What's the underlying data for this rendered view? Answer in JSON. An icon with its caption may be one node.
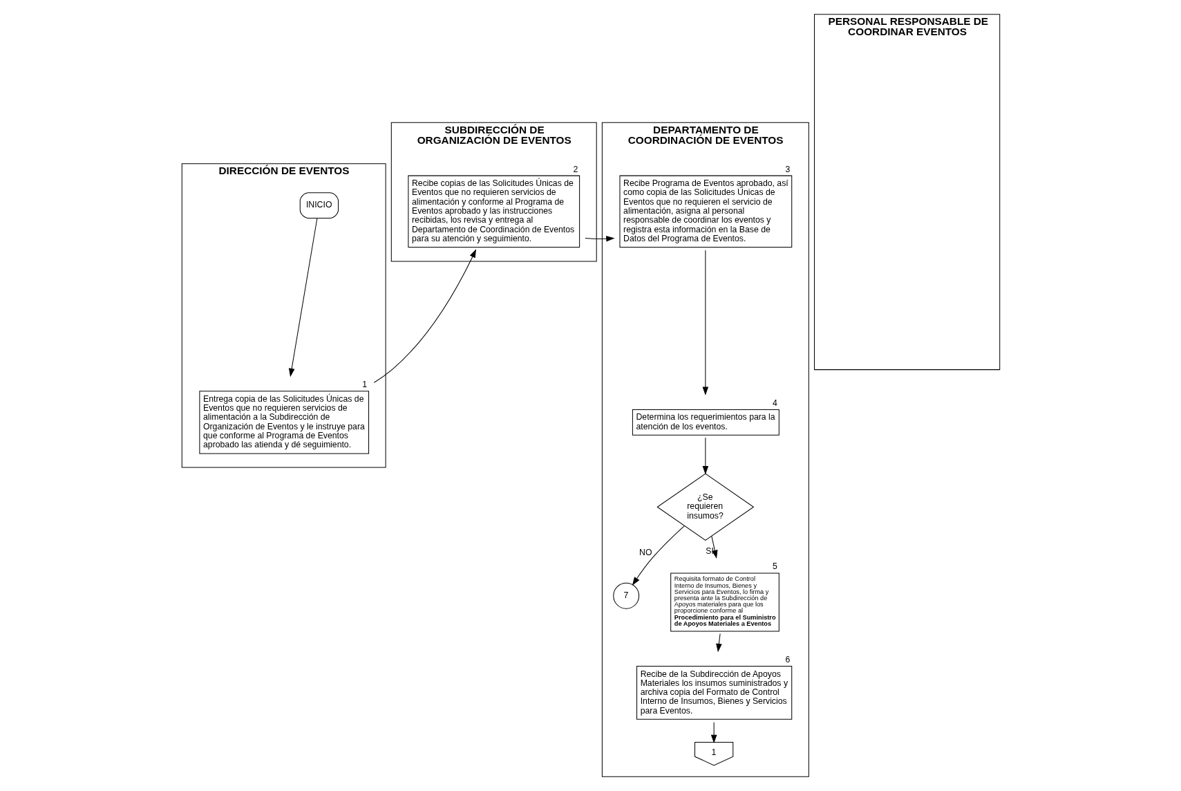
{
  "diagram": {
    "nodes": [
      {
        "text": [
          "DIRECCIÓN DE EVENTOS"
        ]
      },
      {
        "text": [
          "SUBDIRECCIÓN DE ORGANIZACIÓN DE EVENTOS"
        ]
      },
      {
        "text": [
          "DEPARTAMENTO DE COORDINACIÓN DE EVENTOS"
        ]
      },
      {
        "text": [
          "PERSONAL RESPONSABLE DE COORDINAR EVENTOS"
        ]
      },
      {
        "text": [
          "INICIO"
        ],
        "in": 0
      },
      {
        "text": [
          "Entrega copia de las Solicitudes Únicas de Eventos que no requieren servicios de alimentación a la Subdirección de Organización de Eventos y le instruye para que conforme al Programa de Eventos aprobado las atienda y dé seguimiento."
        ],
        "beside": [
          "1"
        ],
        "in": 0
      },
      {
        "text": [
          "Recibe copias de las Solicitudes Únicas de Eventos que no requieren servicios de alimentación y conforme al Programa de Eventos aprobado y las instrucciones recibidas, los revisa y entrega al Departamento de Coordinación de Eventos para su atención y seguimiento."
        ],
        "beside": [
          "2"
        ],
        "in": 1
      },
      {
        "text": [
          "Recibe Programa de Eventos aprobado, así como copia de las Solicitudes Únicas de Eventos que no requieren el servicio de alimentación, asigna al personal responsable de coordinar los eventos y registra esta información en la Base de Datos del Programa de Eventos."
        ],
        "beside": [
          "3"
        ],
        "in": 2
      },
      {
        "text": [
          "Determina los requerimientos para la atención de los eventos."
        ],
        "beside": [
          "4"
        ],
        "in": 2
      },
      {
        "text": [
          "¿Se requieren insumos?"
        ],
        "in": 2
      },
      {
        "text": [
          "7"
        ],
        "in": 2
      },
      {
        "text": [
          "Requisita formato de Control Interno de Insumos, Bienes y Servicios para Eventos, lo firma y presenta ante la Subdirección de Apoyos materiales para que los proporcione conforme al **Procedimiento para el Suministro de Apoyos Materiales a Eventos**"
        ],
        "beside": [
          "5"
        ],
        "in": 2
      },
      {
        "text": [
          "Recibe de la Subdirección de Apoyos Materiales los insumos suministrados y archiva copia del Formato de Control Interno de Insumos, Bienes y Servicios para Eventos."
        ],
        "beside": [
          "6"
        ],
        "in": 2
      },
      {
        "text": [
          "1"
        ],
        "in": 2
      }
    ],
    "edges": [
      {
        "from": 4,
        "to": 5,
        "arrow": "to"
      },
      {
        "from": 5,
        "to": 6,
        "arrow": "to"
      },
      {
        "from": 6,
        "to": 7,
        "arrow": "to"
      },
      {
        "from": 7,
        "to": 8,
        "arrow": "to"
      },
      {
        "from": 8,
        "to": 9,
        "arrow": "to"
      },
      {
        "from": 9,
        "to": 10,
        "label": "NO",
        "arrow": "to"
      },
      {
        "from": 9,
        "to": 11,
        "label": "SI",
        "arrow": "to"
      },
      {
        "from": 11,
        "to": 12,
        "arrow": "to"
      },
      {
        "from": 12,
        "to": 13,
        "arrow": "to"
      }
    ]
  }
}
